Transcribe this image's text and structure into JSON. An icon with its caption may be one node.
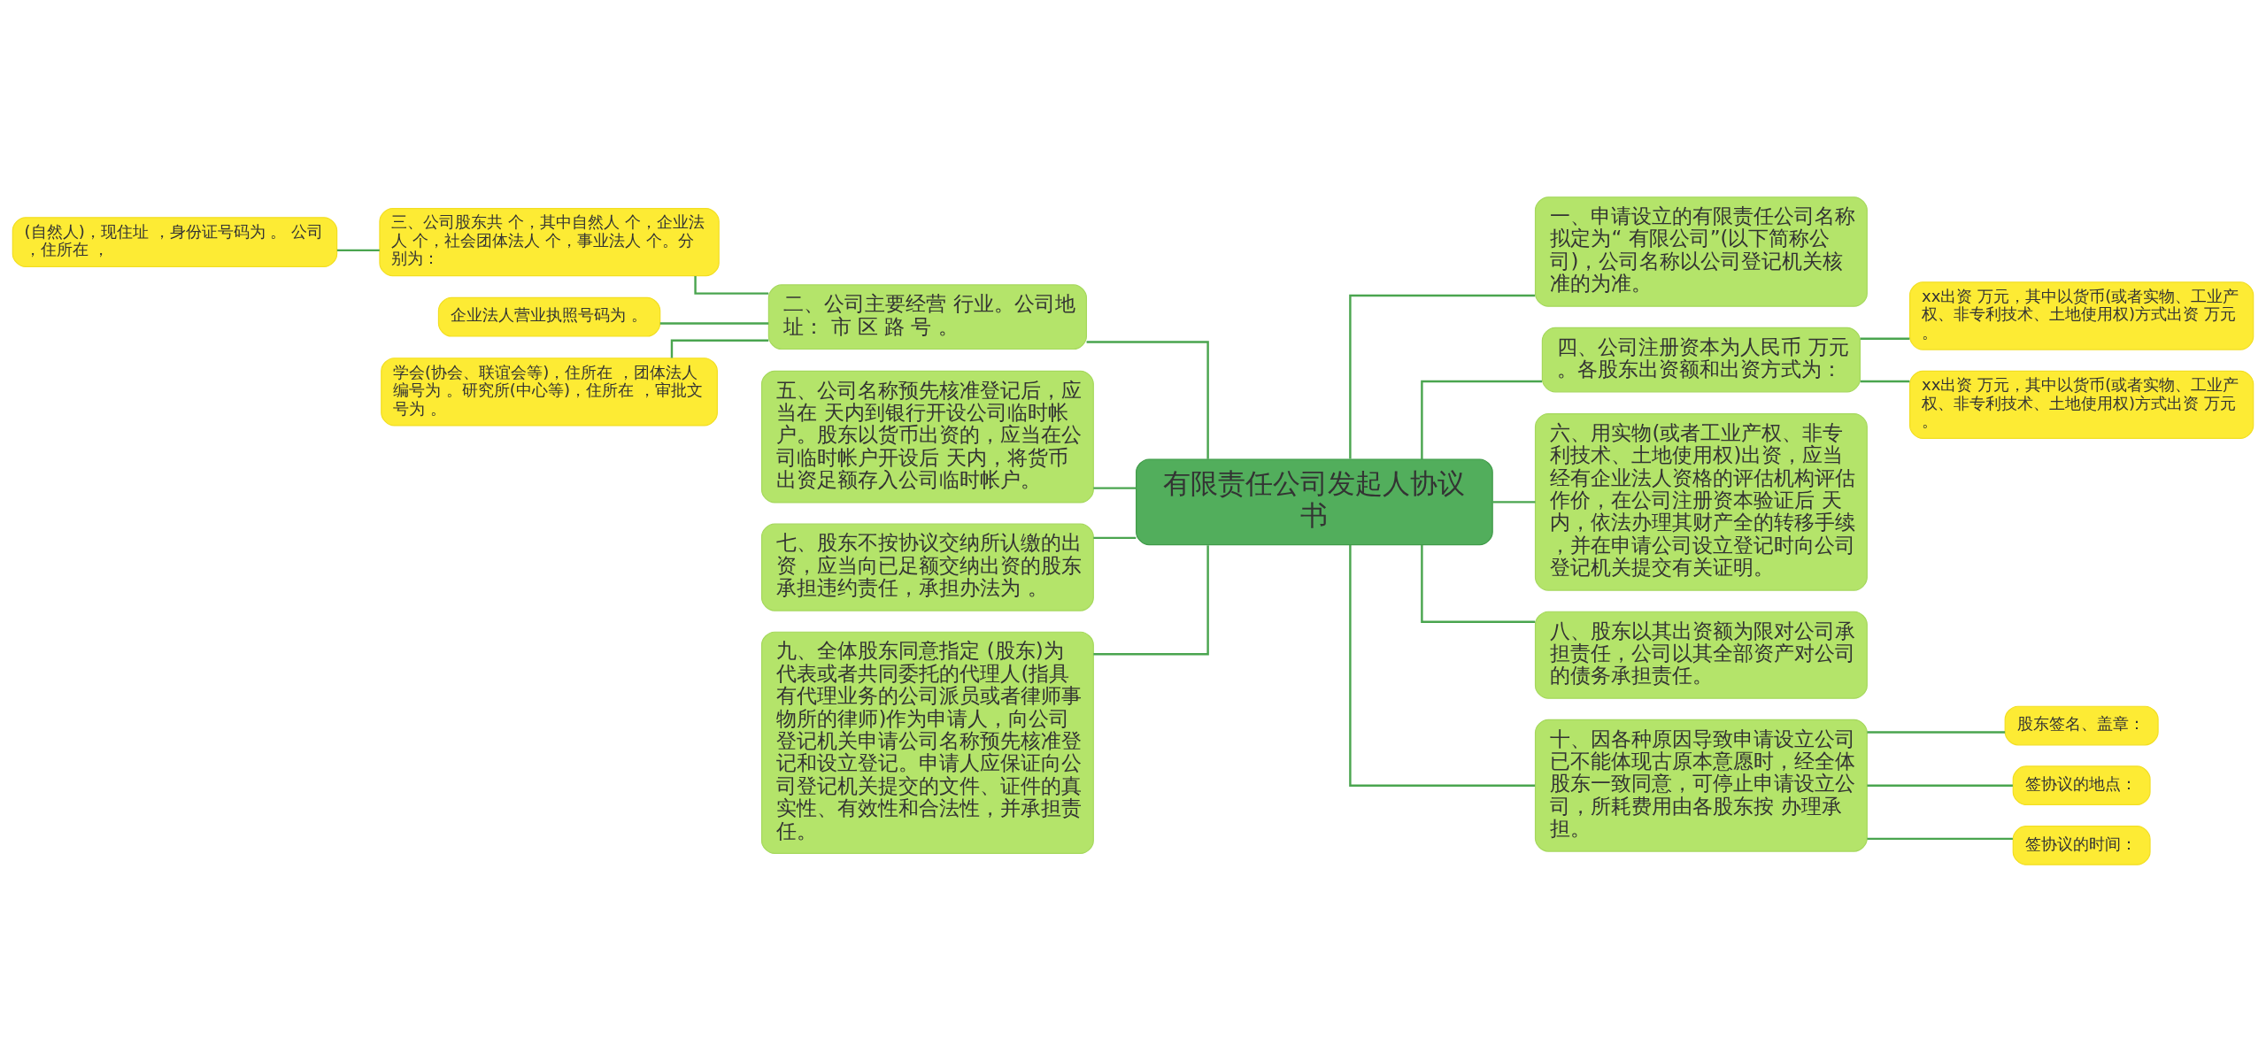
{
  "diagram": {
    "nodes": [
      {
        "text": [
          "有限责任公司发起人协议书"
        ]
      },
      {
        "text": [
          "一、申请设立的有限责任公司名称拟定为“ 有限公司”(以下简称公司)，公司名称以公司登记机关核准的为准。"
        ]
      },
      {
        "text": [
          "四、公司注册资本为人民币 万元。各股东出资额和出资方式为："
        ]
      },
      {
        "text": [
          "xx出资 万元，其中以货币(或者实物、工业产权、非专利技术、土地使用权)方式出资 万元。"
        ]
      },
      {
        "text": [
          "xx出资 万元，其中以货币(或者实物、工业产权、非专利技术、土地使用权)方式出资 万元。"
        ]
      },
      {
        "text": [
          "六、用实物(或者工业产权、非专利技术、土地使用权)出资，应当经有企业法人资格的评估机构评估作价，在公司注册资本验证后 天内，依法办理其财产全的转移手续，并在申请公司设立登记时向公司登记机关提交有关证明。"
        ]
      },
      {
        "text": [
          "八、股东以其出资额为限对公司承担责任，公司以其全部资产对公司的债务承担责任。"
        ]
      },
      {
        "text": [
          "十、因各种原因导致申请设立公司已不能体现古原本意愿时，经全体股东一致同意，可停止申请设立公司，所耗费用由各股东按 办理承担。"
        ]
      },
      {
        "text": [
          "股东签名、盖章："
        ]
      },
      {
        "text": [
          "签协议的地点："
        ]
      },
      {
        "text": [
          "签协议的时间："
        ]
      },
      {
        "text": [
          "二、公司主要经营 行业。公司地址： 市 区 路 号 。"
        ]
      },
      {
        "text": [
          "三、公司股东共 个，其中自然人 个，企业法人 个，社会团体法人 个，事业法人 个。分别为："
        ]
      },
      {
        "text": [
          "(自然人)，现住址 ，身份证号码为 。 公司，住所在 ，"
        ]
      },
      {
        "text": [
          "企业法人营业执照号码为 。"
        ]
      },
      {
        "text": [
          "学会(协会、联谊会等)，住所在 ，团体法人编号为 。研究所(中心等)，住所在 ，审批文号为 。"
        ]
      },
      {
        "text": [
          "五、公司名称预先核准登记后，应当在 天内到银行开设公司临时帐户。股东以货币出资的，应当在公司临时帐户开设后 天内，将货币出资足额存入公司临时帐户。"
        ]
      },
      {
        "text": [
          "七、股东不按协议交纳所认缴的出资，应当向已足额交纳出资的股东承担违约责任，承担办法为 。"
        ]
      },
      {
        "text": [
          "九、全体股东同意指定 (股东)为代表或者共同委托的代理人(指具有代理业务的公司派员或者律师事物所的律师)作为申请人，向公司登记机关申请公司名称预先核准登记和设立登记。申请人应保证向公司登记机关提交的文件、证件的真实性、有效性和合法性，并承担责任。"
        ]
      }
    ],
    "edges": [
      {
        "from": 0,
        "to": 1,
        "arrow": "none"
      },
      {
        "from": 0,
        "to": 2,
        "arrow": "none"
      },
      {
        "from": 2,
        "to": 3,
        "arrow": "none"
      },
      {
        "from": 2,
        "to": 4,
        "arrow": "none"
      },
      {
        "from": 0,
        "to": 5,
        "arrow": "none"
      },
      {
        "from": 0,
        "to": 6,
        "arrow": "none"
      },
      {
        "from": 0,
        "to": 7,
        "arrow": "none"
      },
      {
        "from": 7,
        "to": 8,
        "arrow": "none"
      },
      {
        "from": 7,
        "to": 9,
        "arrow": "none"
      },
      {
        "from": 7,
        "to": 10,
        "arrow": "none"
      },
      {
        "from": 0,
        "to": 11,
        "arrow": "none"
      },
      {
        "from": 11,
        "to": 12,
        "arrow": "none"
      },
      {
        "from": 12,
        "to": 13,
        "arrow": "none"
      },
      {
        "from": 11,
        "to": 14,
        "arrow": "none"
      },
      {
        "from": 11,
        "to": 15,
        "arrow": "none"
      },
      {
        "from": 0,
        "to": 16,
        "arrow": "none"
      },
      {
        "from": 0,
        "to": 17,
        "arrow": "none"
      },
      {
        "from": 0,
        "to": 18,
        "arrow": "none"
      }
    ]
  }
}
